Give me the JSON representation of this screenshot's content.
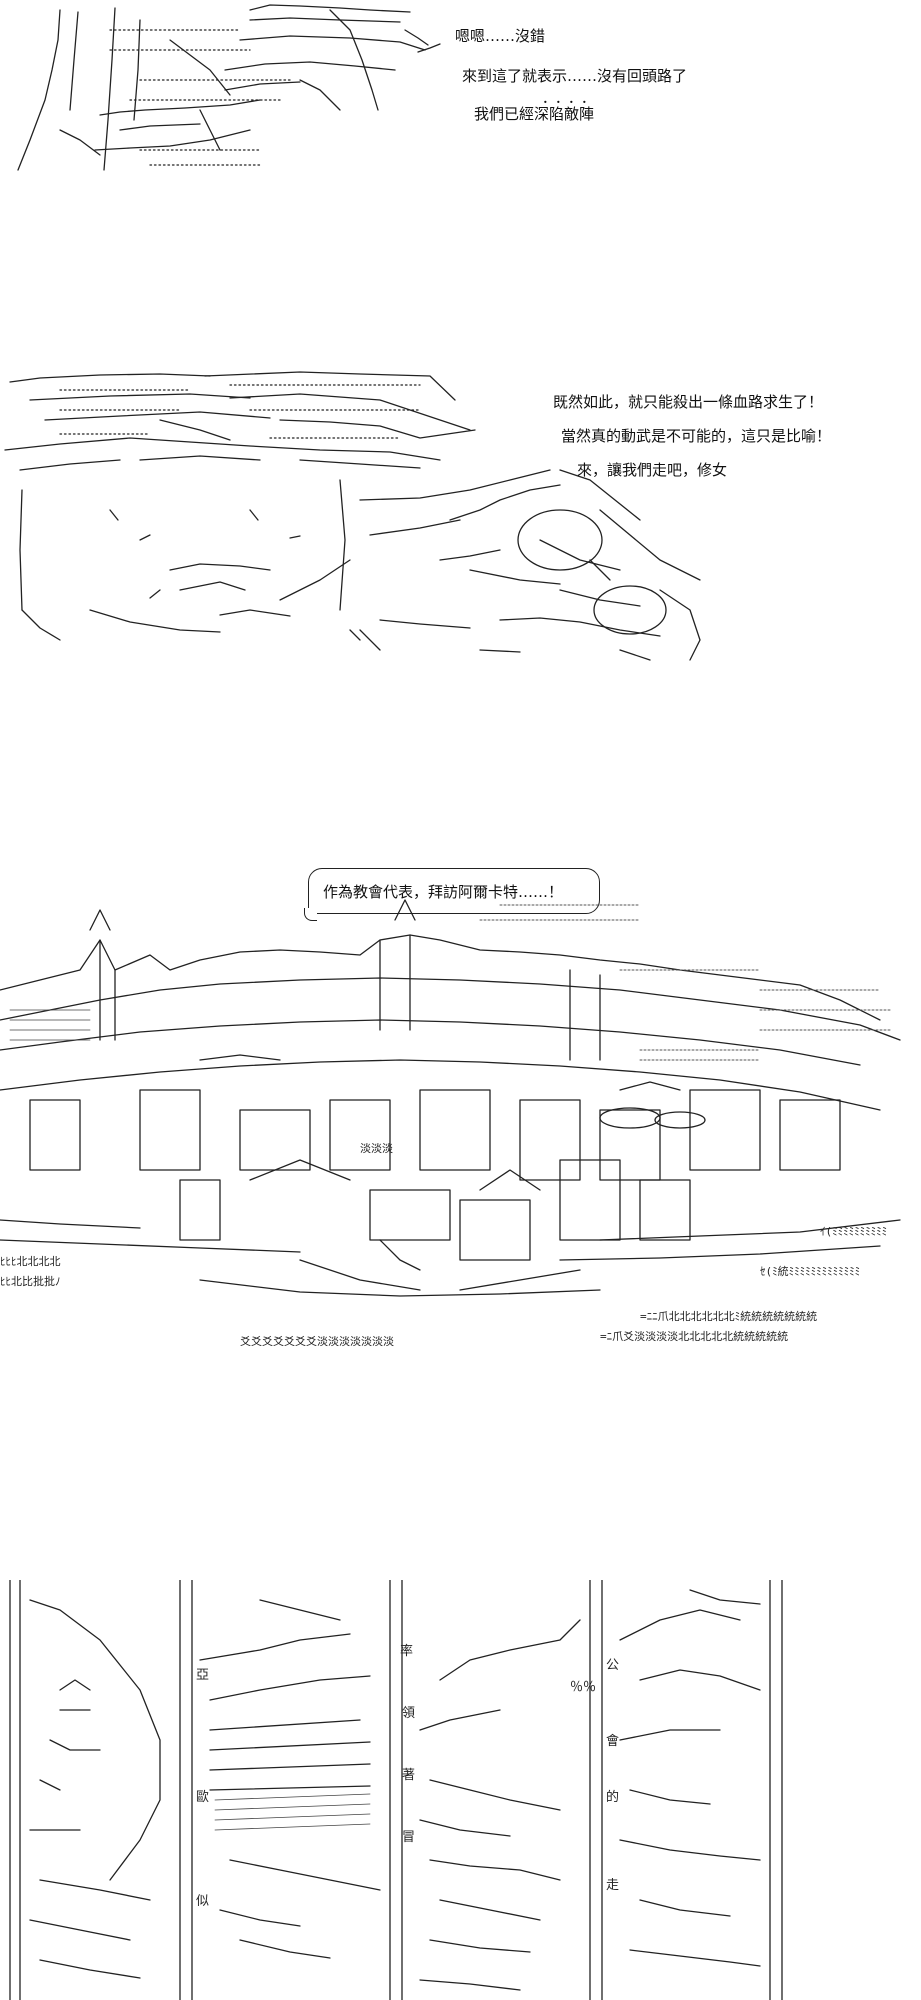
{
  "panels": {
    "p1": {
      "lines": [
        "嗯嗯……沒錯",
        "來到這了就表示……沒有回頭路了",
        "我們已經深陷敵陣"
      ],
      "dots": "．．．．"
    },
    "p2": {
      "lines": [
        "既然如此，就只能殺出一條血路求生了！",
        "當然真的動武是不可能的，這只是比喻！",
        "來，讓我們走吧，修女"
      ]
    },
    "p3": {
      "bubble": "作為教會代表，拜訪阿爾卡特……！",
      "aa_text": {
        "t1": "ｲ(ﾐﾐﾐﾐﾐﾐﾐﾐﾐﾐ",
        "t2": "ﾋﾋﾋ北北北北",
        "t3": "ﾋﾋ北比批批ﾉ",
        "t4": "ｾ(ﾐ統ﾐﾐﾐﾐﾐﾐﾐﾐﾐﾐﾐﾐﾐ",
        "t5": "=ﾆﾆ爪北北北北北北ﾐ統統統統統統統",
        "t6": "=ﾆ爪爻淡淡淡淡北北北北北統統統統統",
        "t7": "淡淡淡",
        "t8": "爻爻爻爻爻爻爻淡淡淡淡淡淡淡"
      }
    },
    "p4": {
      "aa_text": {
        "k1": "率",
        "k2": "公",
        "k3": "領",
        "k4": "會",
        "k5": "著",
        "k6": "歐",
        "k7": "的",
        "k8": "冒",
        "k9": "走",
        "k10": "似",
        "k11": "％％",
        "k12": "亞"
      }
    }
  }
}
